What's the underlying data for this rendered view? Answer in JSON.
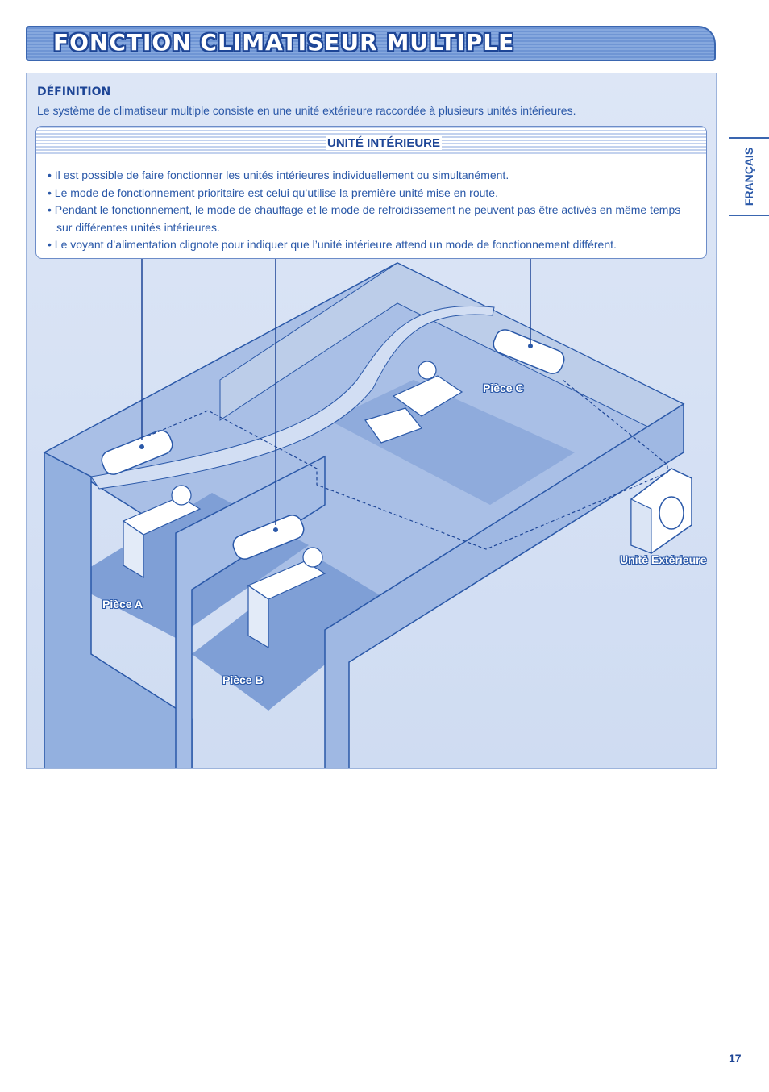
{
  "header": {
    "title": "FONCTION CLIMATISEUR MULTIPLE"
  },
  "side_tab": {
    "language": "FRANÇAIS"
  },
  "definition": {
    "heading": "DÉFINITION",
    "text": "Le système de climatiseur multiple consiste en une unité extérieure raccordée à plusieurs unités intérieures."
  },
  "indoor_unit": {
    "title": "UNITÉ INTÉRIEURE",
    "bullets": [
      "• Il est possible de faire fonctionner les unités intérieures individuellement ou simultanément.",
      "• Le mode de fonctionnement prioritaire est celui qu’utilise la première unité mise en route.",
      "• Pendant le fonctionnement, le mode de chauffage et le mode de refroidissement ne peuvent pas être activés en même temps sur différentes unités intérieures.",
      "• Le voyant d’alimentation clignote pour indiquer que l’unité intérieure attend un mode de fonctionnement différent."
    ]
  },
  "illustration": {
    "room_a": "Pièce A",
    "room_b": "Pièce B",
    "room_c": "Pièce C",
    "outdoor_unit": "Unité Extérieure"
  },
  "footer": {
    "page_number": "17"
  },
  "colors": {
    "primary_blue": "#2a58a8",
    "dark_blue": "#1d4596",
    "panel_bg": "#dde6f6",
    "wall_blue": "#8fabdc",
    "floor_blue": "#7f9fd6"
  }
}
